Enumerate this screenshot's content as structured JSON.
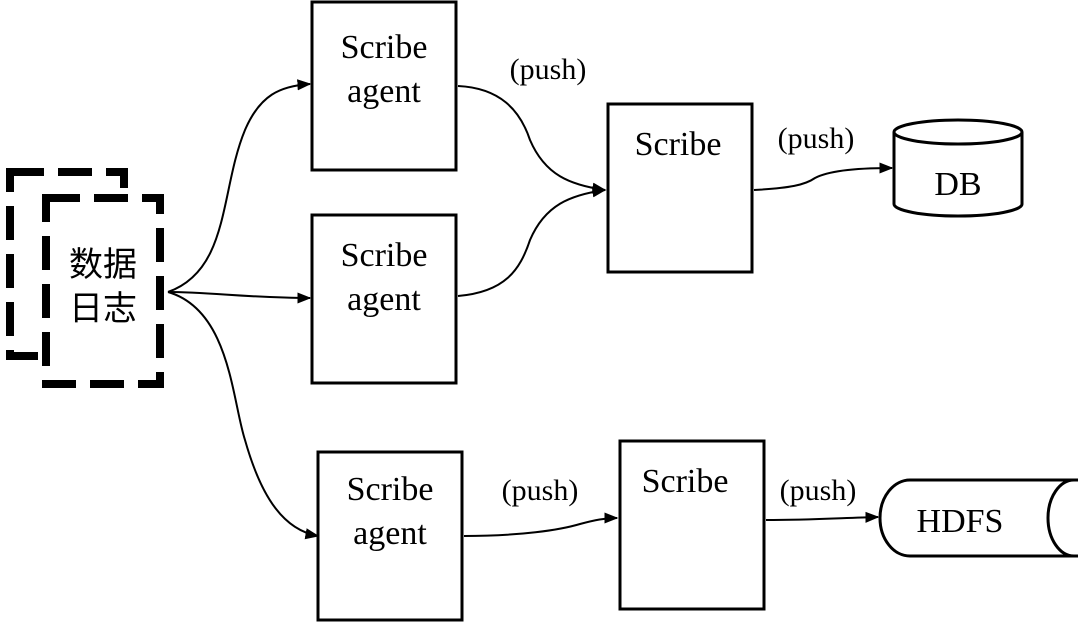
{
  "log_source": {
    "line1": "数据",
    "line2": "日志"
  },
  "agents": [
    {
      "line1": "Scribe",
      "line2": "agent"
    },
    {
      "line1": "Scribe",
      "line2": "agent"
    },
    {
      "line1": "Scribe",
      "line2": "agent"
    }
  ],
  "servers": [
    {
      "label": "Scribe"
    },
    {
      "label": "Scribe"
    }
  ],
  "stores": {
    "db": "DB",
    "hdfs": "HDFS"
  },
  "edge_labels": {
    "top_agent_to_server": "(push)",
    "server_to_db": "(push)",
    "bottom_agent_to_server": "(push)",
    "server_to_hdfs": "(push)"
  }
}
